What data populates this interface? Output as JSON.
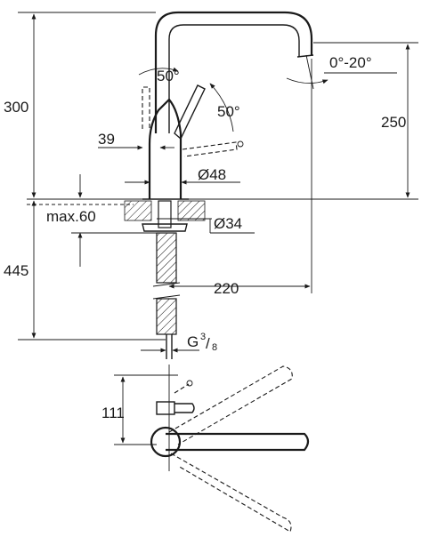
{
  "dimensions": {
    "total_height": "300",
    "spout_height": "250",
    "swivel_angle": "50°",
    "lever_angle": "50°",
    "spout_tilt": "0°-20°",
    "lever_offset": "39",
    "base_diameter": "Ø48",
    "hole_diameter": "Ø34",
    "max_deck_thickness": "max.60",
    "hose_length": "445",
    "spout_reach": "220",
    "connection_thread_prefix": "G",
    "connection_thread_num": "3",
    "connection_thread_den": "8",
    "top_view_depth": "111"
  },
  "colors": {
    "line": "#1a1a1a",
    "background": "#ffffff"
  }
}
